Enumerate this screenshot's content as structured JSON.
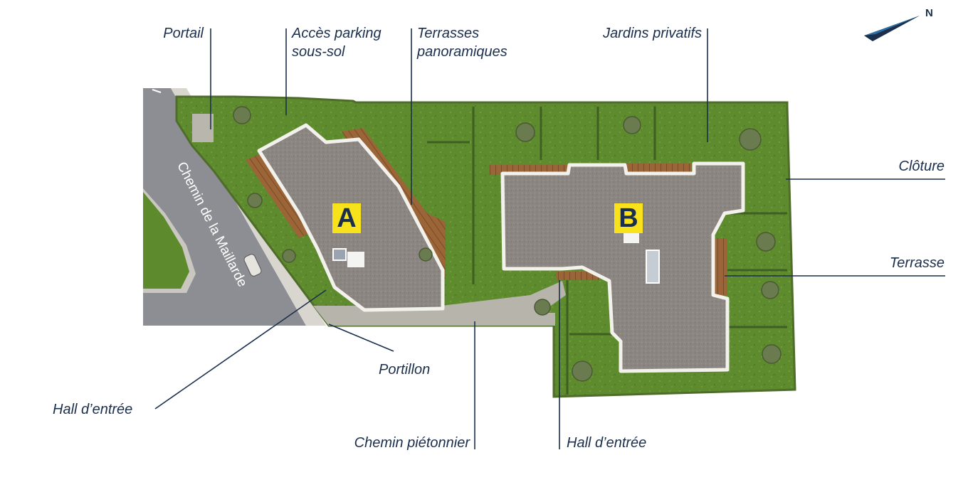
{
  "compass": {
    "label": "N",
    "icon": "north-arrow-icon"
  },
  "street": {
    "name": "Chemin de la Maillarde"
  },
  "buildings": [
    {
      "id": "A",
      "label": "A"
    },
    {
      "id": "B",
      "label": "B"
    }
  ],
  "callouts": {
    "portail": "Portail",
    "acces_parking": [
      "Accès parking",
      "sous-sol"
    ],
    "terrasses_panoramiques": [
      "Terrasses",
      "panoramiques"
    ],
    "jardins_privatifs": "Jardins privatifs",
    "cloture": "Clôture",
    "terrasse": "Terrasse",
    "portillon": "Portillon",
    "hall_entree_a": "Hall d’entrée",
    "chemin_pietonnier": "Chemin piétonnier",
    "hall_entree_b": "Hall d’entrée"
  },
  "colors": {
    "ink": "#1b2f4d",
    "lawn": "#5e8a2f",
    "roof": "#8a8480",
    "road": "#8c8e93",
    "deck": "#9a6236",
    "label_bg": "#f7e21b"
  }
}
